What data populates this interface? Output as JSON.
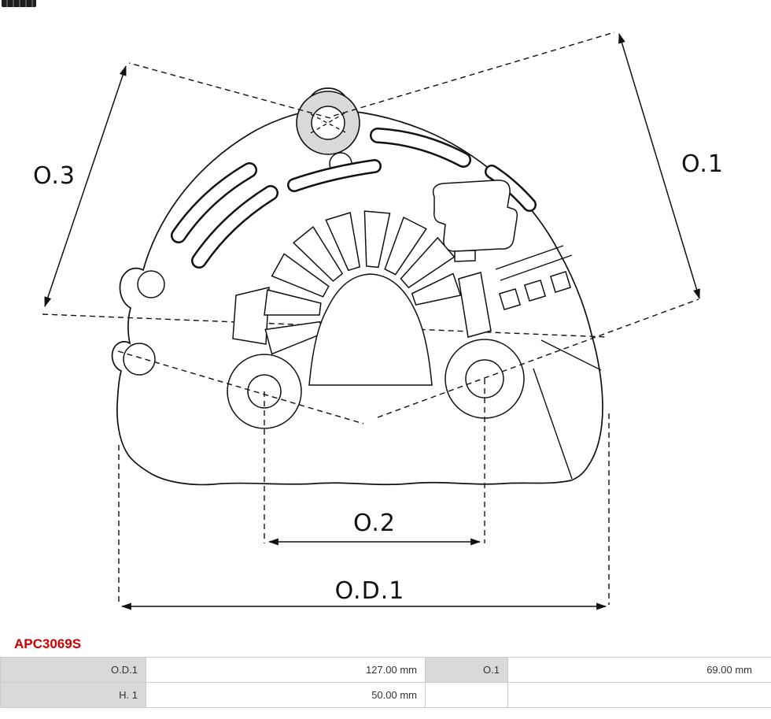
{
  "page": {
    "part_number": "APC3069S"
  },
  "drawing": {
    "type": "technical-drawing",
    "subject": "alternator protective cap",
    "labels": {
      "o3": "O.3",
      "o1": "O.1",
      "o2": "O.2",
      "od1": "O.D.1"
    }
  },
  "spec_table": {
    "rows": [
      {
        "cells": [
          {
            "text": "O.D.1"
          },
          {
            "text": "127.00 mm"
          },
          {
            "text": "O.1"
          },
          {
            "text": "69.00 mm"
          }
        ]
      },
      {
        "cells": [
          {
            "text": "H. 1"
          },
          {
            "text": "50.00 mm"
          },
          {
            "text": ""
          },
          {
            "text": ""
          }
        ]
      }
    ]
  },
  "colors": {
    "part_number_red": "#cc0000",
    "table_label_bg": "#d9d9d9",
    "boss_fill": "#d9d9d9",
    "line_color": "#111111"
  }
}
